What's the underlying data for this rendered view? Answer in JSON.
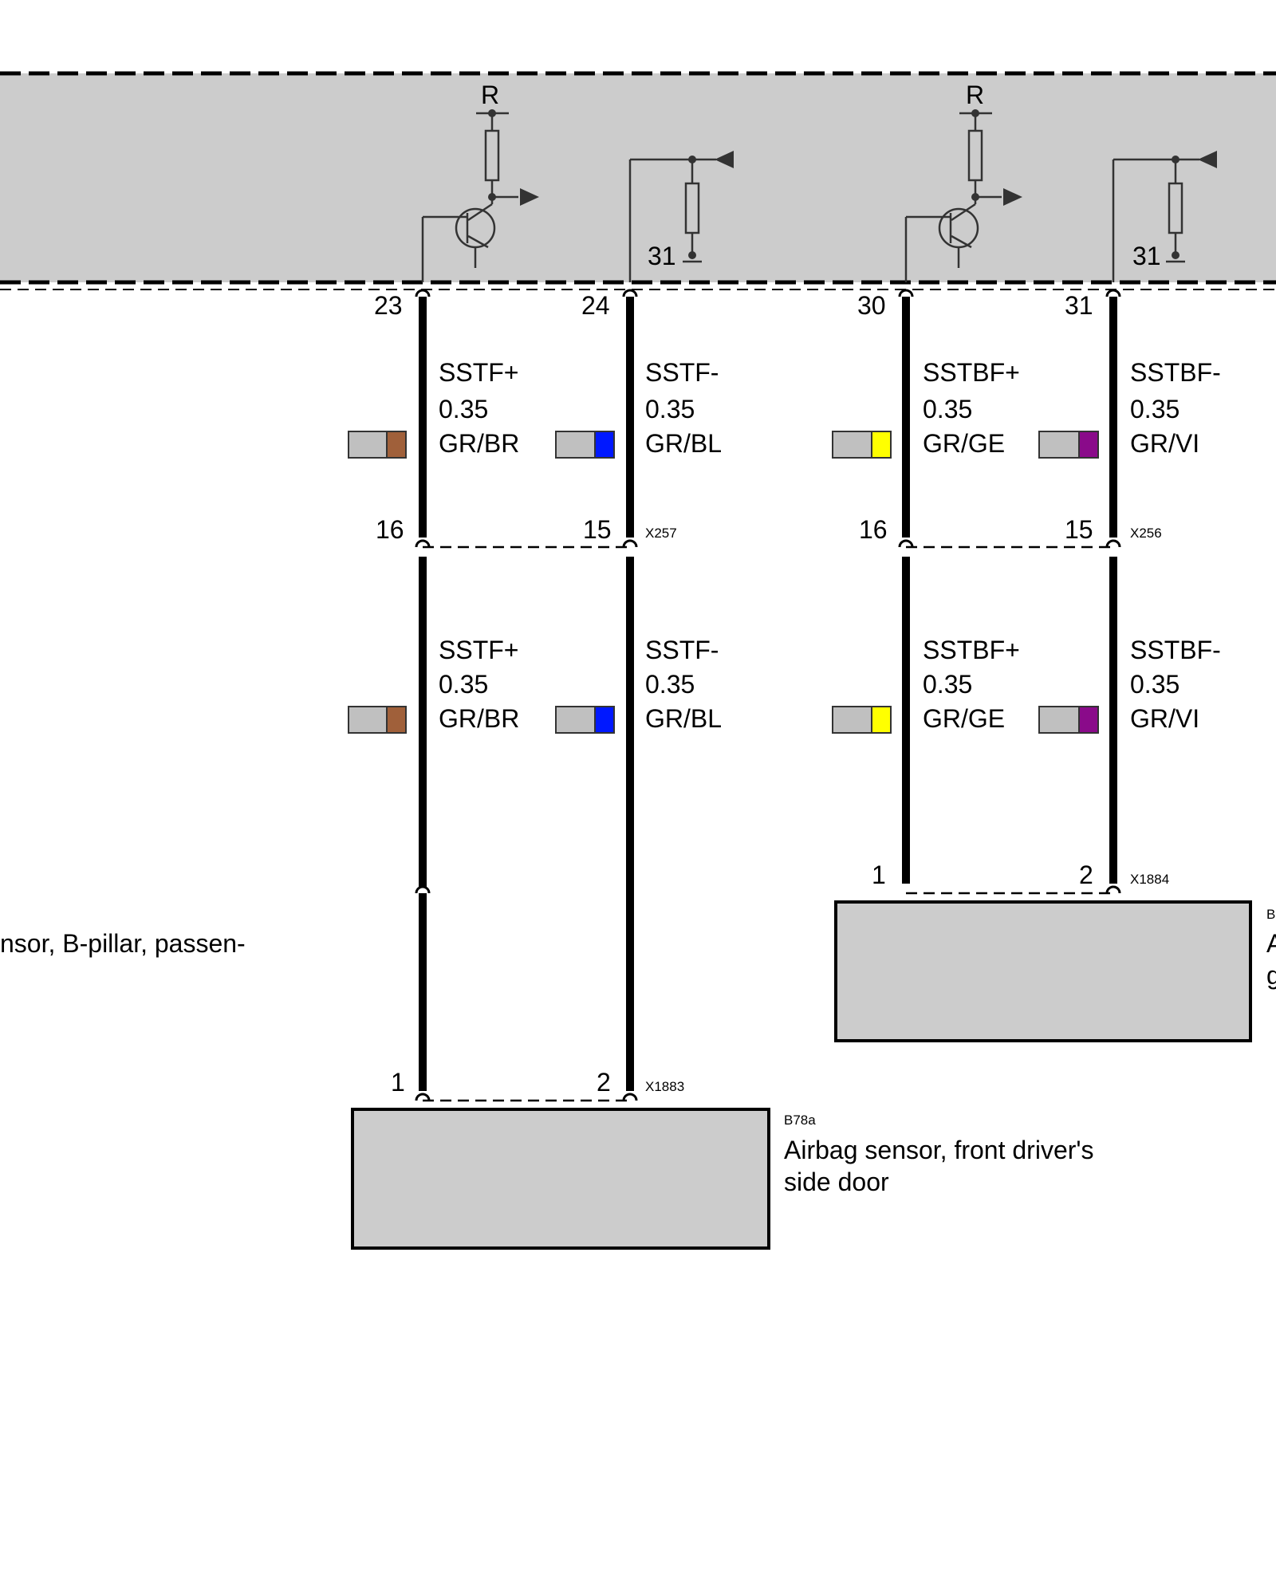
{
  "control_unit": {
    "top_labels": [
      "R",
      "R"
    ],
    "ground_labels": [
      "31",
      "31"
    ]
  },
  "pins_top": [
    "23",
    "24",
    "30",
    "31"
  ],
  "wires_upper": [
    {
      "signal": "SSTF+",
      "size": "0.35",
      "color_code": "GR/BR",
      "stripe": "#a0603a"
    },
    {
      "signal": "SSTF-",
      "size": "0.35",
      "color_code": "GR/BL",
      "stripe": "#0018ff"
    },
    {
      "signal": "SSTBF+",
      "size": "0.35",
      "color_code": "GR/GE",
      "stripe": "#ffff00"
    },
    {
      "signal": "SSTBF-",
      "size": "0.35",
      "color_code": "GR/VI",
      "stripe": "#8a0a8a"
    }
  ],
  "wires_lower": [
    {
      "signal": "SSTF+",
      "size": "0.35",
      "color_code": "GR/BR",
      "stripe": "#a0603a"
    },
    {
      "signal": "SSTF-",
      "size": "0.35",
      "color_code": "GR/BL",
      "stripe": "#0018ff"
    },
    {
      "signal": "SSTBF+",
      "size": "0.35",
      "color_code": "GR/GE",
      "stripe": "#ffff00"
    },
    {
      "signal": "SSTBF-",
      "size": "0.35",
      "color_code": "GR/VI",
      "stripe": "#8a0a8a"
    }
  ],
  "connector_x257": {
    "id": "X257",
    "pins": [
      "16",
      "15"
    ]
  },
  "connector_x256": {
    "id": "X256",
    "pins": [
      "16",
      "15"
    ]
  },
  "connector_x1884": {
    "id": "X1884",
    "pins": [
      "1",
      "2"
    ]
  },
  "connector_x1883": {
    "id": "X1883",
    "pins": [
      "1",
      "2"
    ]
  },
  "component_b78a": {
    "id": "B78a",
    "line1": "Airbag sensor, front driver's",
    "line2": "side door"
  },
  "component_right_partial": {
    "id": "B",
    "line1": "A",
    "line2": "g"
  },
  "left_partial_text": "nsor, B-pillar, passen-",
  "colors": {
    "module_fill": "#cccccc",
    "wire": "#000000",
    "swatch_base": "#c0c0c0"
  }
}
